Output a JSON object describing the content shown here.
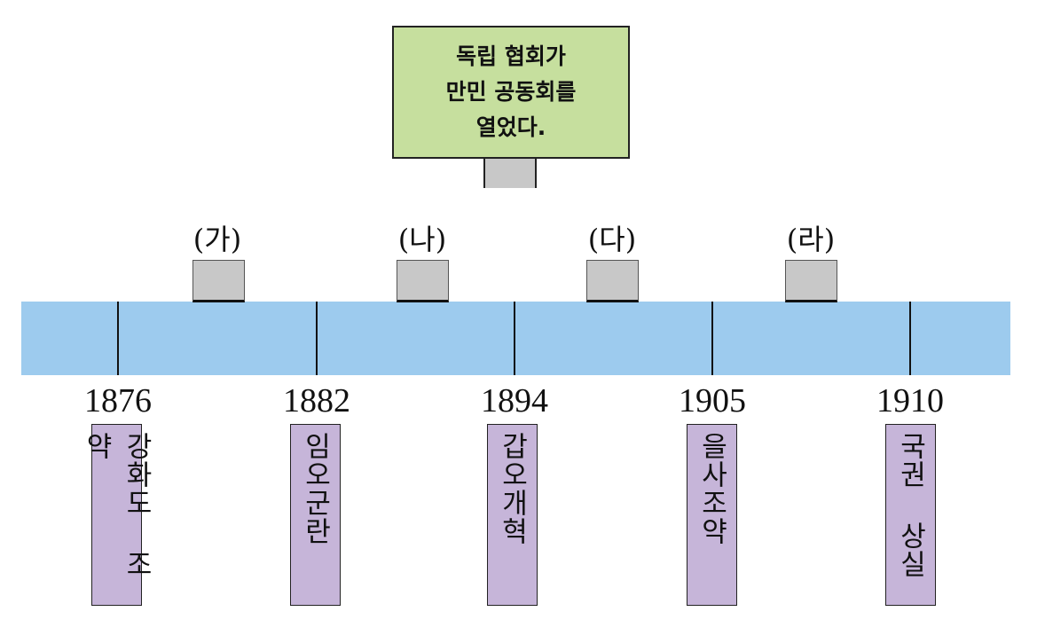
{
  "note": {
    "lines": [
      "독립 협회가",
      "만민 공동회를",
      "열었다."
    ]
  },
  "periods": [
    "(가)",
    "(나)",
    "(다)",
    "(라)"
  ],
  "events": [
    {
      "year": "1876",
      "label": "강화도 조약"
    },
    {
      "year": "1882",
      "label": "임오군란"
    },
    {
      "year": "1894",
      "label": "갑오개혁"
    },
    {
      "year": "1905",
      "label": "을사조약"
    },
    {
      "year": "1910",
      "label": "국권 상실"
    }
  ],
  "colors": {
    "note": "#c6df9e",
    "bar": "#9dcbee",
    "event": "#c6b5d9",
    "marker": "#c8c8c8"
  }
}
